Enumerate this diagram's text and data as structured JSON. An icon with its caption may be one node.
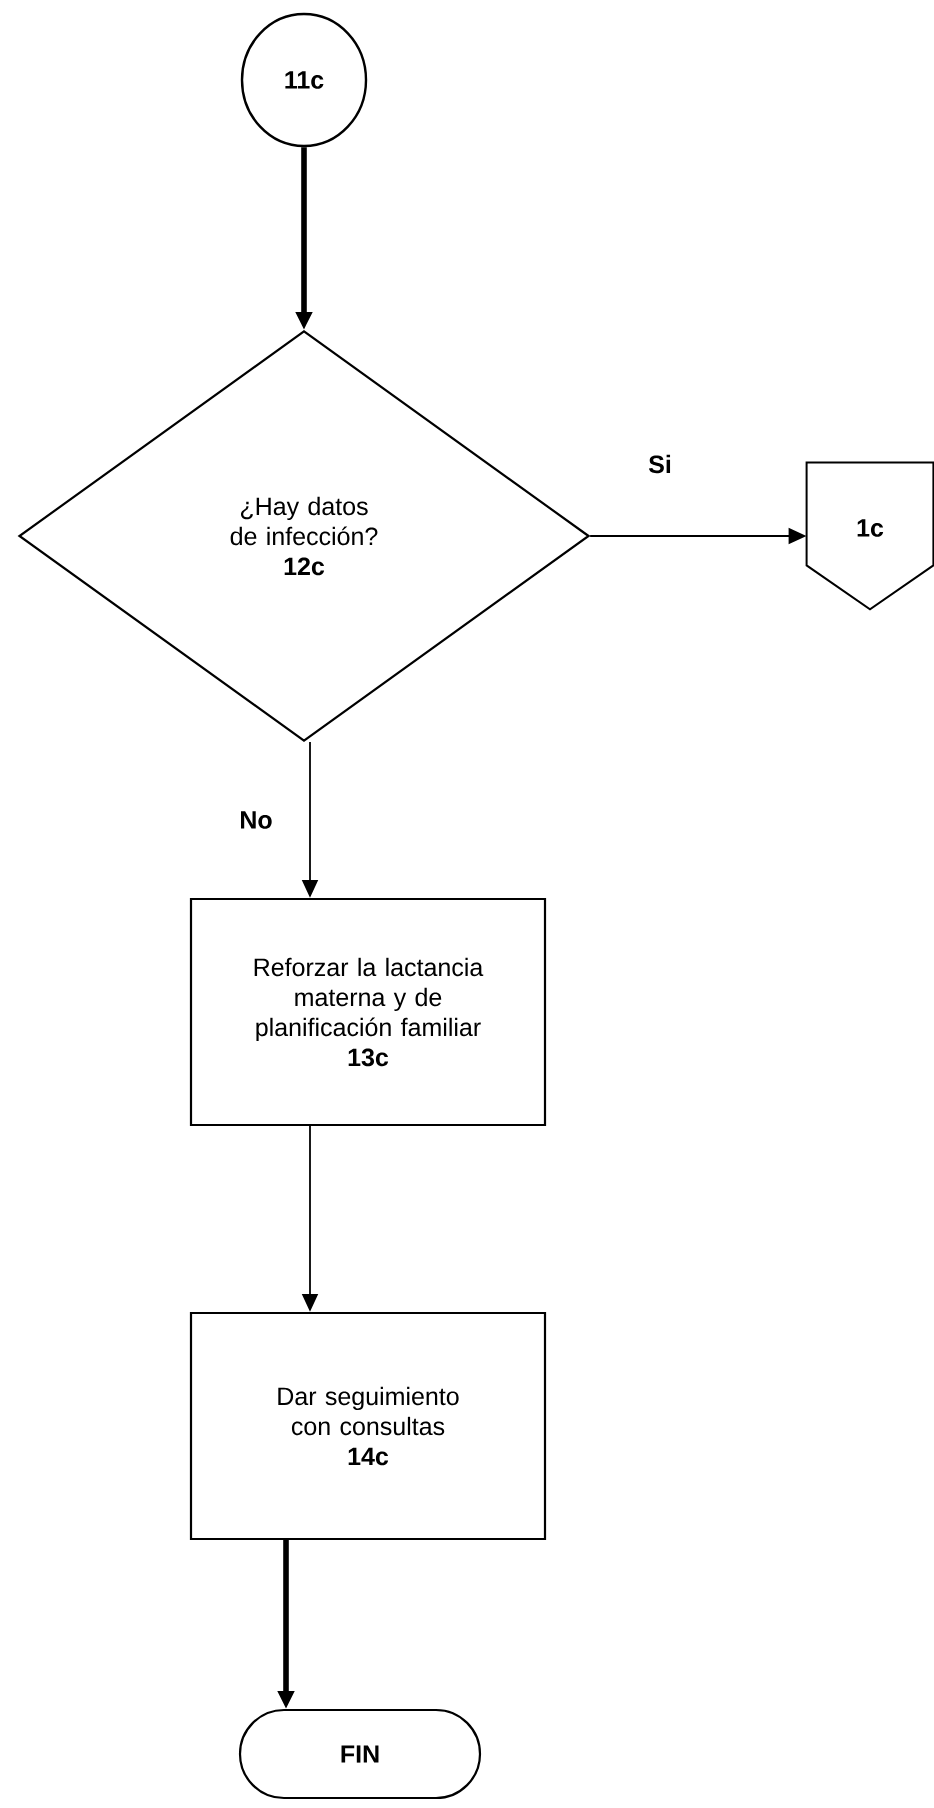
{
  "diagram": {
    "nodes": [
      {
        "text": [
          "11c"
        ]
      },
      {
        "text": [
          "¿Hay datos de infección?",
          "12c"
        ]
      },
      {
        "text": [
          "1c"
        ]
      },
      {
        "text": [
          "Reforzar la lactancia materna y de planificación familiar",
          "13c"
        ]
      },
      {
        "text": [
          "Dar seguimiento con consultas",
          "14c"
        ]
      },
      {
        "text": [
          "FIN"
        ]
      }
    ],
    "edges": [
      {
        "from": 0,
        "to": 1,
        "arrow": "to",
        "style": "thick"
      },
      {
        "from": 1,
        "to": 2,
        "arrow": "to",
        "label": "Si"
      },
      {
        "from": 1,
        "to": 3,
        "arrow": "to",
        "label": "No"
      },
      {
        "from": 3,
        "to": 4,
        "arrow": "to"
      },
      {
        "from": 4,
        "to": 5,
        "arrow": "to",
        "style": "thick"
      }
    ]
  }
}
